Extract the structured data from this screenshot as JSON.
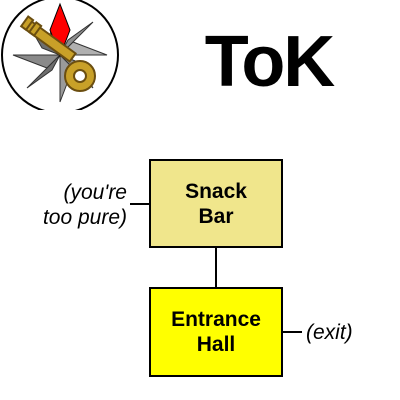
{
  "title": "ToK",
  "logo": {
    "icon": "compass-star-key-icon"
  },
  "colors": {
    "snack_bar": "#f0e68c",
    "entrance_hall": "#ffff00",
    "compass_red": "#ff0000",
    "key_gold": "#c8a028"
  },
  "rooms": [
    {
      "id": "snack_bar",
      "label": "Snack\nBar"
    },
    {
      "id": "entrance_hall",
      "label": "Entrance\nHall"
    }
  ],
  "notes": {
    "snack_bar_west": "(you're\ntoo pure)",
    "entrance_hall_east": "(exit)"
  }
}
